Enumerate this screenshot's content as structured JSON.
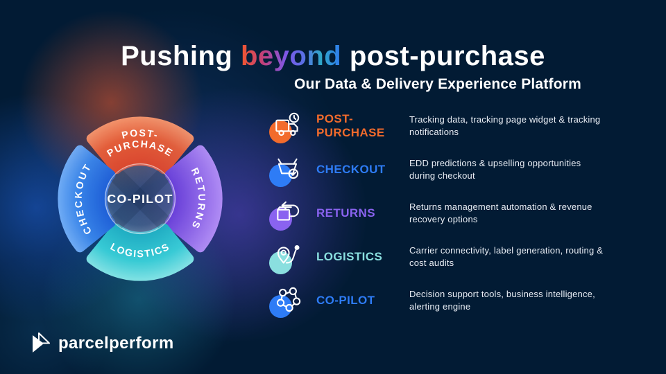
{
  "slide": {
    "title": {
      "part1": "Pushing ",
      "part2": "beyond",
      "part3": " post-purchase"
    },
    "logo_text": "parcelperform"
  },
  "colors": {
    "background": "#021b34",
    "orange": "#f26b2c",
    "blue": "#2e7cf6",
    "purple": "#8a63f0",
    "teal": "#8adfdf",
    "royal_blue": "#1d55e0",
    "description_text": "#e8edf4"
  },
  "diagram": {
    "center_label": "CO-PILOT",
    "post_purchase_line1": "POST-",
    "post_purchase_line2": "PURCHASE",
    "returns_label": "RETURNS",
    "logistics_label": "LOGISTICS",
    "checkout_label": "CHECKOUT"
  },
  "platform": {
    "heading": "Our Data & Delivery Experience Platform",
    "items": [
      {
        "label": "POST-PURCHASE",
        "color": "#f26b2c",
        "icon": "truck-clock-icon",
        "description": "Tracking data, tracking page widget & tracking notifications"
      },
      {
        "label": "CHECKOUT",
        "color": "#2e7cf6",
        "icon": "basket-check-icon",
        "description": "EDD predictions & upselling opportunities during checkout"
      },
      {
        "label": "RETURNS",
        "color": "#8a63f0",
        "icon": "box-return-icon",
        "description": "Returns management automation & revenue recovery options"
      },
      {
        "label": "LOGISTICS",
        "color": "#8adfdf",
        "icon": "route-pin-icon",
        "description": "Carrier connectivity, label generation, routing & cost audits"
      },
      {
        "label": "CO-PILOT",
        "color": "#2e7cf6",
        "icon": "network-nodes-icon",
        "description": "Decision support tools, business intelligence, alerting engine"
      }
    ]
  }
}
